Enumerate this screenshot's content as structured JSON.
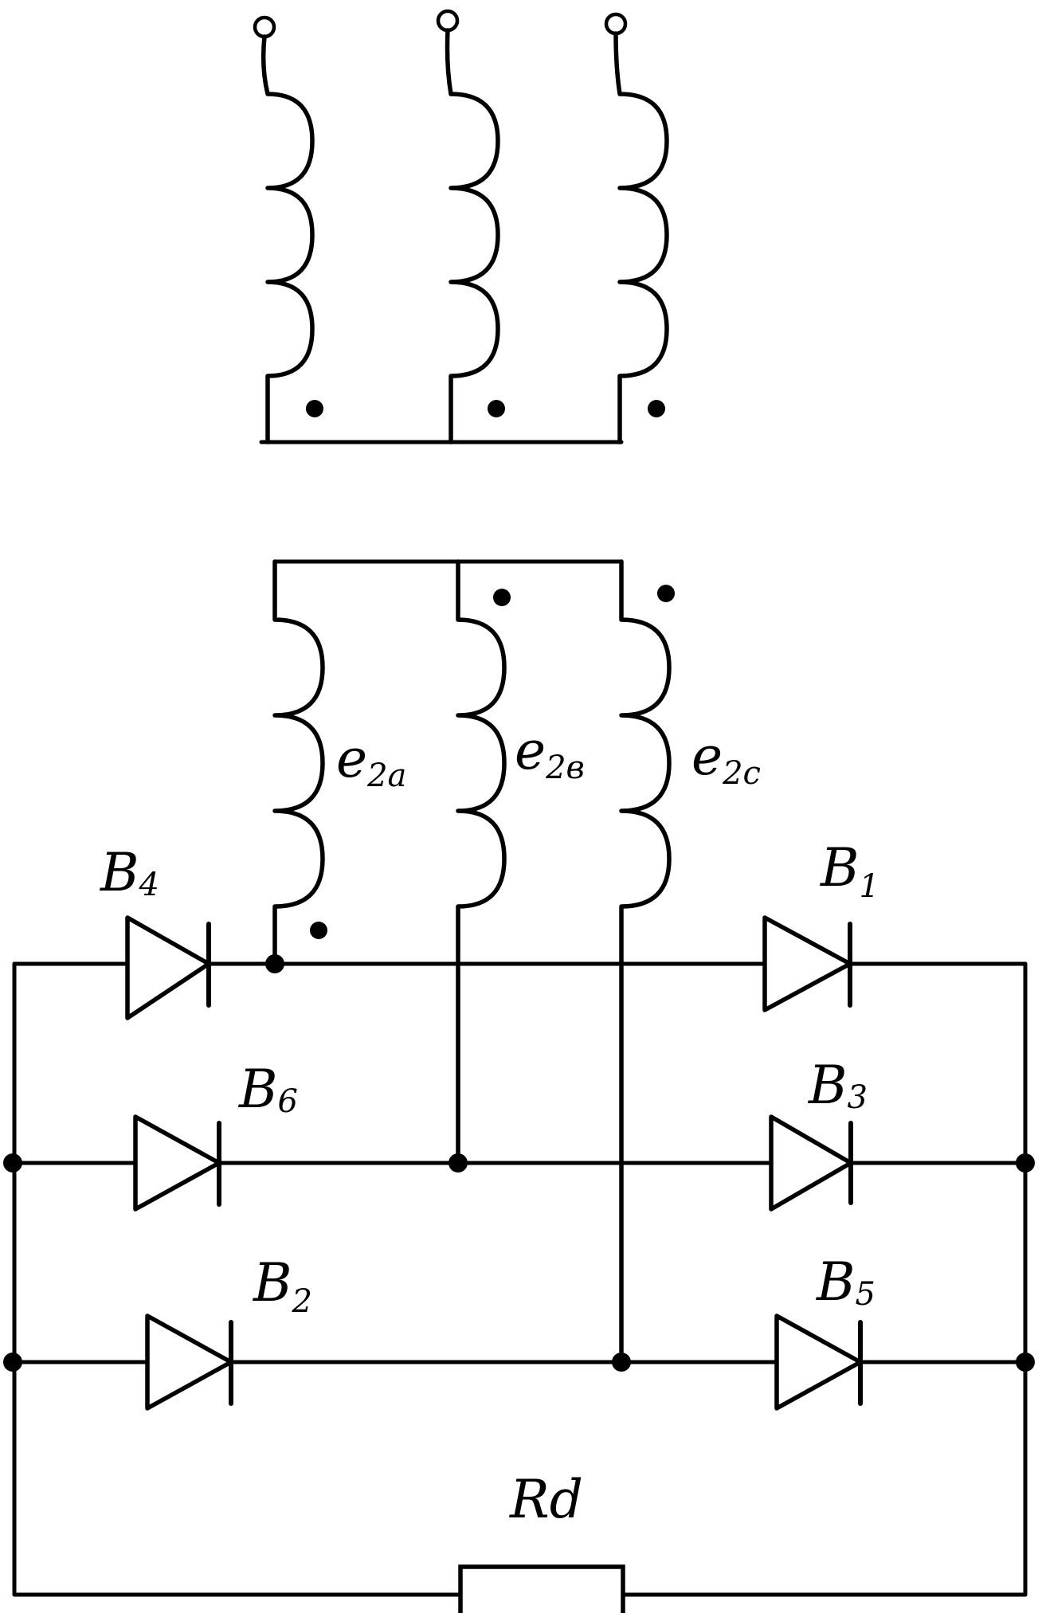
{
  "labels": {
    "e2a": {
      "main": "e",
      "sub": "2a"
    },
    "e2b": {
      "main": "e",
      "sub": "2в"
    },
    "e2c": {
      "main": "e",
      "sub": "2c"
    },
    "b1": {
      "main": "B",
      "sub": "1"
    },
    "b2": {
      "main": "B",
      "sub": "2"
    },
    "b3": {
      "main": "B",
      "sub": "3"
    },
    "b4": {
      "main": "B",
      "sub": "4"
    },
    "b5": {
      "main": "B",
      "sub": "5"
    },
    "b6": {
      "main": "B",
      "sub": "6"
    },
    "rd": "Rd"
  }
}
